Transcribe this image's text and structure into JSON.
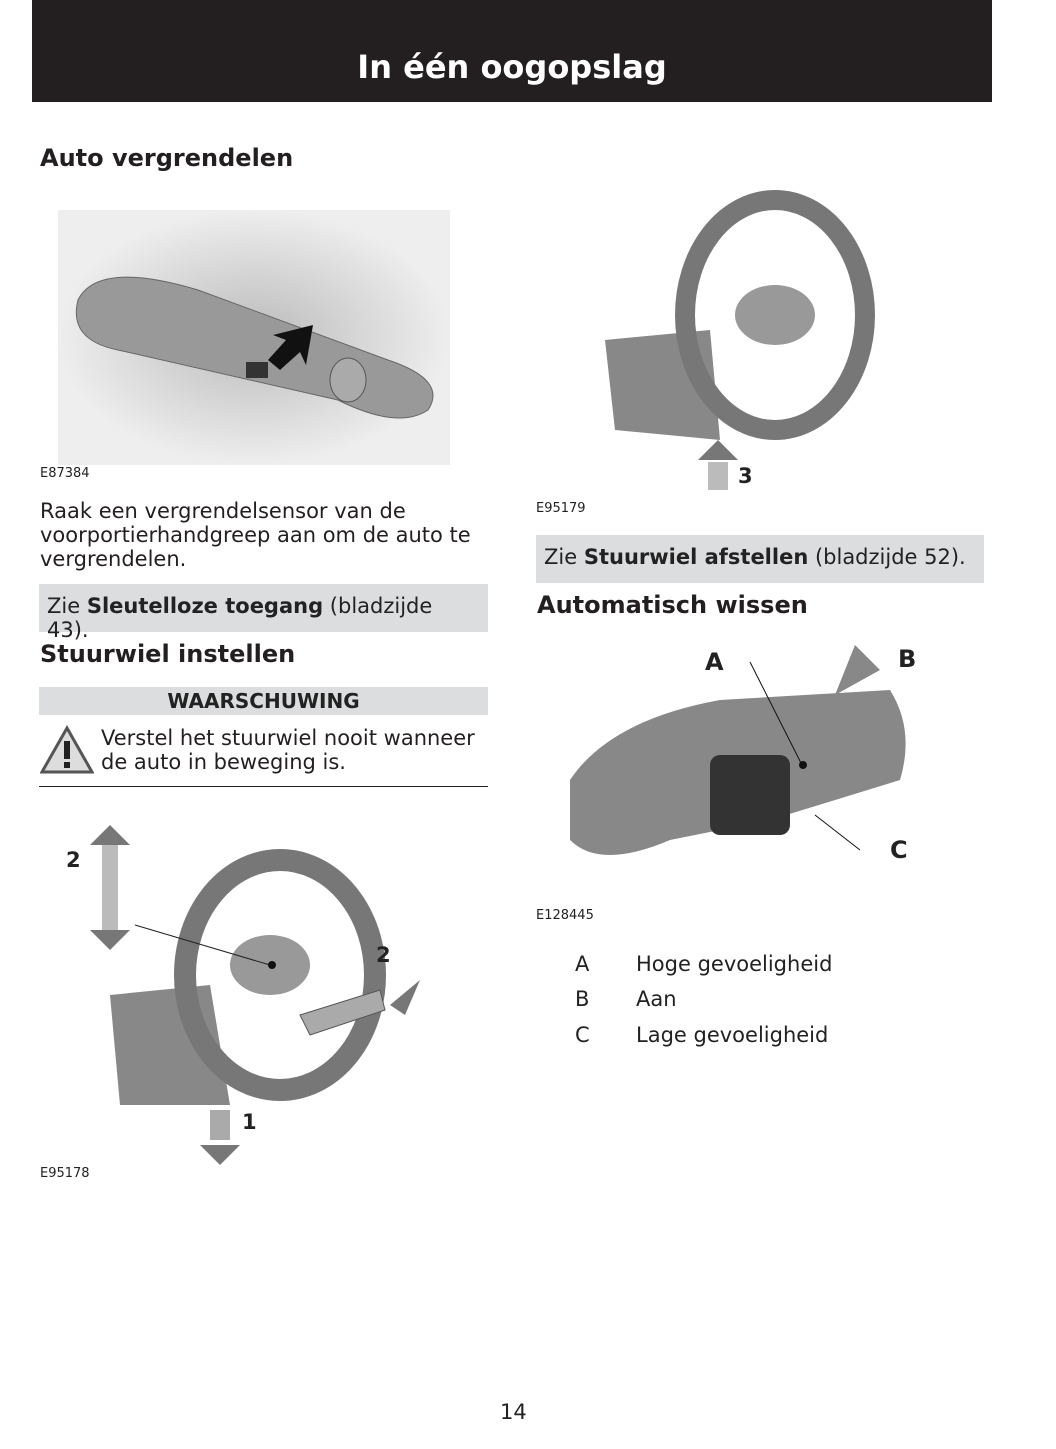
{
  "header": {
    "title": "In één oogopslag"
  },
  "left": {
    "section1_title": "Auto vergrendelen",
    "fig1_code": "E87384",
    "para1": "Raak een vergrendelsensor van de voorportierhandgreep aan om de auto te vergrendelen.",
    "ref1": {
      "prefix": "Zie ",
      "bold": "Sleutelloze toegang",
      "suffix": " (bladzijde 43)."
    },
    "section2_title": "Stuurwiel instellen",
    "warning_title": "WAARSCHUWING",
    "warning_text": "Verstel het stuurwiel nooit wanneer de auto in beweging is.",
    "fig2_code": "E95178",
    "fig2_labels": [
      "2",
      "2",
      "1"
    ]
  },
  "right": {
    "fig3_code": "E95179",
    "fig3_label": "3",
    "ref2": {
      "prefix": "Zie ",
      "bold": "Stuurwiel afstellen",
      "suffix": " (bladzijde 52)."
    },
    "section3_title": "Automatisch wissen",
    "fig4_labels": [
      "A",
      "B",
      "C"
    ],
    "fig4_code": "E128445",
    "legend": [
      {
        "key": "A",
        "value": "Hoge gevoeligheid"
      },
      {
        "key": "B",
        "value": "Aan"
      },
      {
        "key": "C",
        "value": "Lage gevoeligheid"
      }
    ]
  },
  "footer": {
    "page_number": "14"
  }
}
